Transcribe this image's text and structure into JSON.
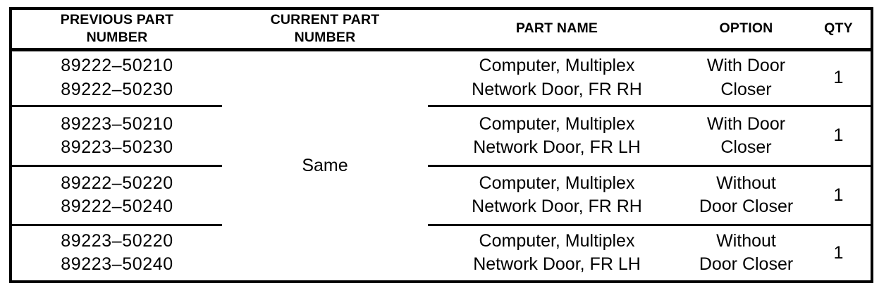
{
  "table": {
    "columns": [
      {
        "key": "previous_part_number",
        "label_lines": [
          "PREVIOUS PART",
          "NUMBER"
        ]
      },
      {
        "key": "current_part_number",
        "label_lines": [
          "CURRENT PART",
          "NUMBER"
        ]
      },
      {
        "key": "part_name",
        "label_lines": [
          "PART NAME"
        ]
      },
      {
        "key": "option",
        "label_lines": [
          "OPTION"
        ]
      },
      {
        "key": "qty",
        "label_lines": [
          "QTY"
        ]
      }
    ],
    "header": {
      "previous_part_number_l1": "PREVIOUS PART",
      "previous_part_number_l2": "NUMBER",
      "current_part_number_l1": "CURRENT PART",
      "current_part_number_l2": "NUMBER",
      "part_name": "PART NAME",
      "option": "OPTION",
      "qty": "QTY"
    },
    "current_part_number_merged": "Same",
    "rows": [
      {
        "previous_part_numbers": [
          "89222–50210",
          "89222–50230"
        ],
        "part_name_lines": [
          "Computer, Multiplex",
          "Network Door, FR RH"
        ],
        "option_lines": [
          "With Door",
          "Closer"
        ],
        "qty": "1"
      },
      {
        "previous_part_numbers": [
          "89223–50210",
          "89223–50230"
        ],
        "part_name_lines": [
          "Computer, Multiplex",
          "Network Door, FR LH"
        ],
        "option_lines": [
          "With Door",
          "Closer"
        ],
        "qty": "1"
      },
      {
        "previous_part_numbers": [
          "89222–50220",
          "89222–50240"
        ],
        "part_name_lines": [
          "Computer, Multiplex",
          "Network Door, FR RH"
        ],
        "option_lines": [
          "Without",
          "Door Closer"
        ],
        "qty": "1"
      },
      {
        "previous_part_numbers": [
          "89223–50220",
          "89223–50240"
        ],
        "part_name_lines": [
          "Computer, Multiplex",
          "Network Door, FR LH"
        ],
        "option_lines": [
          "Without",
          "Door Closer"
        ],
        "qty": "1"
      }
    ]
  },
  "colors": {
    "border": "#000000",
    "text": "#000000",
    "background": "#ffffff"
  }
}
